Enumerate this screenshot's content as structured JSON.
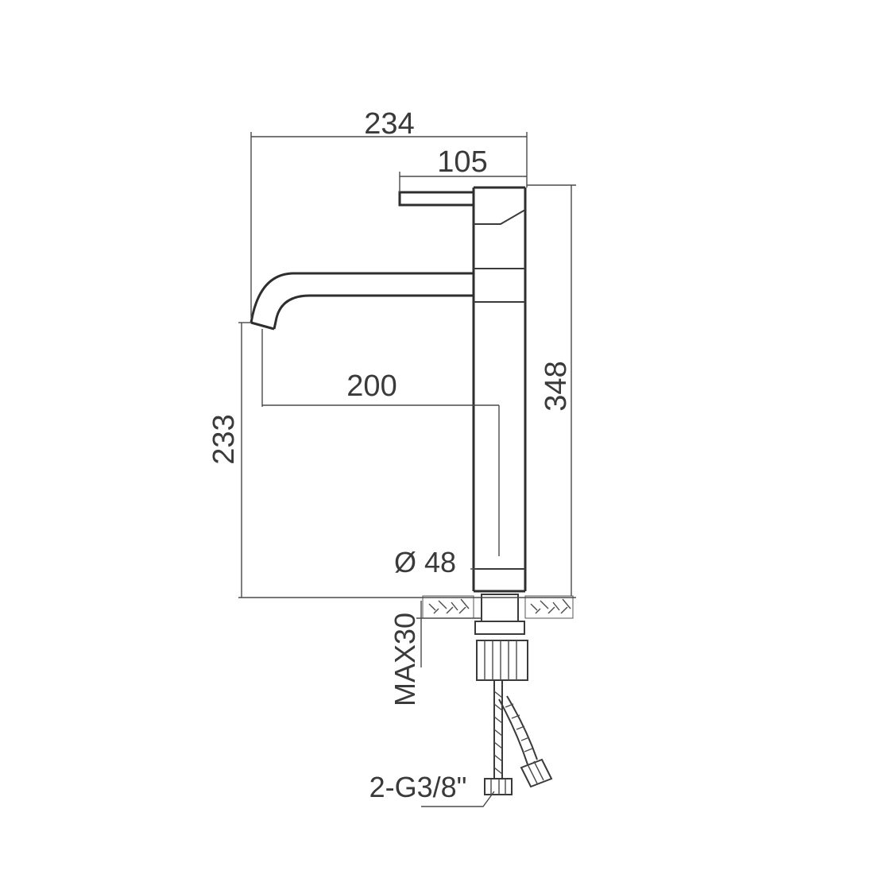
{
  "dimensions": {
    "overall_width": "234",
    "handle_length": "105",
    "spout_reach": "200",
    "spout_height": "233",
    "overall_height": "348",
    "body_diameter": "Ø 48",
    "max_deck_thickness": "MAX30",
    "connection": "2-G3/8\""
  },
  "colors": {
    "line": "#3a3a3a",
    "background": "#ffffff"
  }
}
